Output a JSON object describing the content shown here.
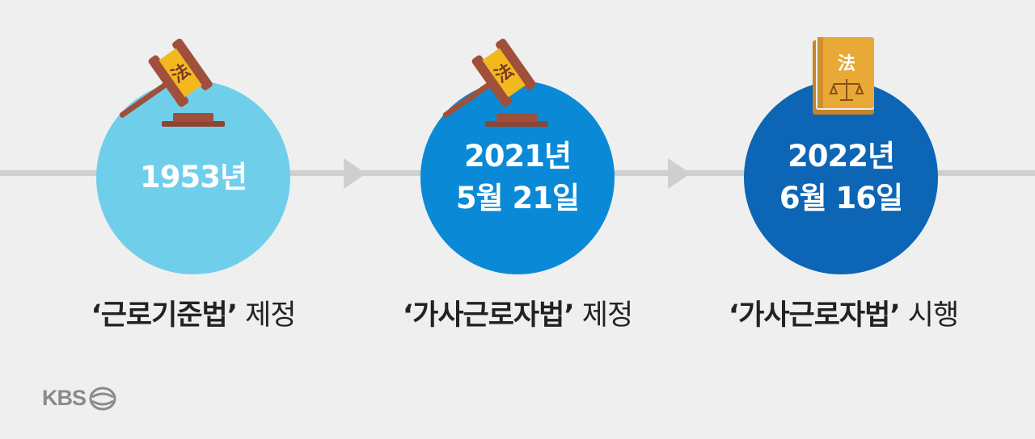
{
  "colors": {
    "background": "#efefef",
    "line": "#cfcfcf",
    "circle_1": "#6fcfeb",
    "circle_2": "#0a8ad6",
    "circle_3": "#0c65b5",
    "gavel": "#a0503a",
    "plate": "#f4b81f",
    "book": "#e9a936"
  },
  "milestones": [
    {
      "date_line1": "1953년",
      "date_line2": "",
      "caption_quoted": "‘근로기준법’",
      "caption_rest": " 제정",
      "icon": "gavel-icon",
      "icon_glyph": "法"
    },
    {
      "date_line1": "2021년",
      "date_line2": "5월 21일",
      "caption_quoted": "‘가사근로자법’",
      "caption_rest": " 제정",
      "icon": "gavel-icon",
      "icon_glyph": "法"
    },
    {
      "date_line1": "2022년",
      "date_line2": "6월 16일",
      "caption_quoted": "‘가사근로자법’",
      "caption_rest": " 시행",
      "icon": "law-book-icon",
      "icon_glyph": "法"
    }
  ],
  "logo": {
    "text": "KBS",
    "icon": "kbs-logo-icon"
  }
}
